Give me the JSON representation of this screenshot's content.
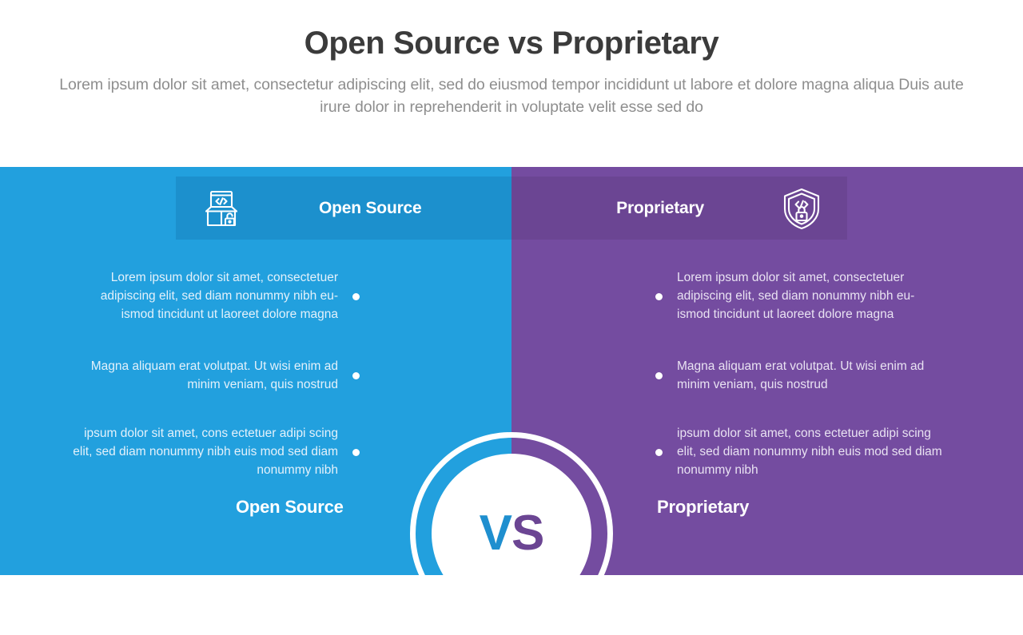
{
  "header": {
    "title": "Open Source vs Proprietary",
    "subtitle": "Lorem ipsum dolor sit amet, consectetur adipiscing elit, sed do eiusmod tempor incididunt ut labore et dolore magna aliqua Duis aute irure dolor in reprehenderit in voluptate velit esse sed do"
  },
  "center_badge": {
    "vs_first": "V",
    "vs_second": "S",
    "vs_first_color": "#1f8fcf",
    "vs_second_color": "#6b4593"
  },
  "panels": {
    "left": {
      "title": "Open Source",
      "bottom_label": "Open Source",
      "icon": "open-box-code-unlocked-icon",
      "background_color": "#22a0de",
      "title_bar_color": "#1c90cd",
      "bullets": [
        "Lorem ipsum dolor sit amet, consectetuer adipiscing elit, sed diam nonummy nibh eu-ismod tincidunt ut laoreet dolore magna",
        "Magna aliquam erat volutpat. Ut wisi enim ad minim veniam, quis nostrud",
        "ipsum dolor sit amet, cons ectetuer adipi scing elit, sed diam nonummy nibh euis mod sed diam nonummy nibh"
      ]
    },
    "right": {
      "title": "Proprietary",
      "bottom_label": "Proprietary",
      "icon": "shield-code-locked-icon",
      "background_color": "#744ca0",
      "title_bar_color": "#6b4593",
      "bullets": [
        "Lorem ipsum dolor sit amet, consectetuer adipiscing elit, sed diam nonummy nibh eu-ismod tincidunt ut laoreet dolore magna",
        "Magna aliquam erat volutpat. Ut wisi enim ad minim veniam, quis nostrud",
        "ipsum dolor sit amet, cons ectetuer adipi scing elit, sed diam nonummy nibh euis mod sed diam nonummy nibh"
      ]
    }
  }
}
